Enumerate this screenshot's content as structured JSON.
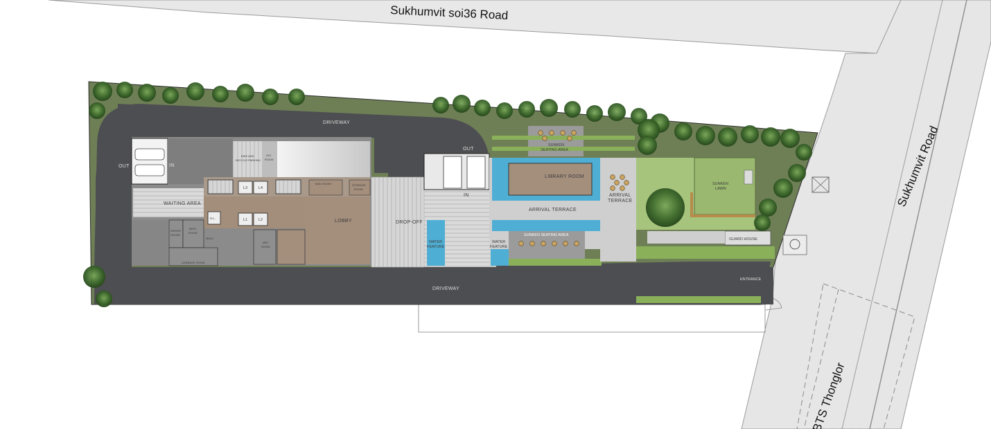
{
  "roads": {
    "soi": "Sukhumvit soi36   Road",
    "main": "Sukhumvit Road",
    "bts": "BTS Thonglor"
  },
  "labels": {
    "driveway_top": "DRIVEWAY",
    "driveway_bottom": "DRIVEWAY",
    "out_left": "OUT",
    "in_left": "IN",
    "out_mid": "OUT",
    "in_mid": "IN",
    "waiting_area": "WAITING AREA",
    "lobby": "LOBBY",
    "drop_off": "DROP-OFF",
    "library_room": "LIBRARY ROOM",
    "arrival_terrace": "ARRIVAL TERRACE",
    "arrival_terrace_right_1": "ARRIVAL",
    "arrival_terrace_right_2": "TERRACE",
    "sunken_seating_top_1": "SUNKEN",
    "sunken_seating_top_2": "SEATING AREA",
    "sunken_seating_bottom": "SUNKEN SEATING AREA",
    "sunken_lawn_1": "SUNKEN",
    "sunken_lawn_2": "LAWN",
    "water_feature_left_1": "WATER",
    "water_feature_left_2": "FEATURE",
    "water_feature_right_1": "WATER",
    "water_feature_right_2": "FEATURE",
    "guard_house": "GUARD HOUSE",
    "entrance": "ENTRANCE",
    "bike_parking_1": "BIKE AND",
    "bike_parking_2": "BICYCLE PARKING",
    "gig_room_1": "GIG",
    "gig_room_2": "ROOM",
    "mail_room": "MAIL ROOM",
    "storage_room_1": "STORAGE",
    "storage_room_2": "ROOM",
    "mdf_room_1": "MDF",
    "mdf_room_2": "ROOM",
    "garbage_room": "GARBAGE ROOM",
    "drivers_house_1": "DRIVER",
    "drivers_house_2": "HOUSE",
    "bath_room_1": "BATH",
    "bath_room_2": "ROOM",
    "male": "MALE",
    "l1": "L1",
    "l2": "L2",
    "l3": "L3",
    "l4": "L4",
    "sl": "S.L."
  },
  "colors": {
    "asphalt": "#4e4f52",
    "paving": "#d9d9d9",
    "road": "#e7e7e7",
    "lobby": "#a48f7d",
    "water": "#4faed3",
    "lawn": "#95b86b",
    "tree": "#3f6b2d",
    "building": "#8a8a8a"
  }
}
